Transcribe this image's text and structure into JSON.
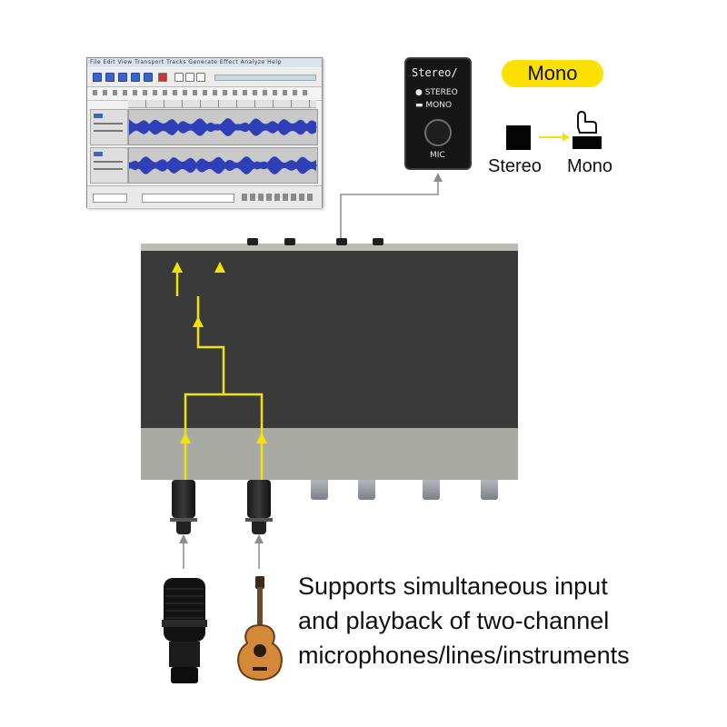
{
  "daw": {
    "menu_text": "File Edit View Transport Tracks Generate Effect Analyze Help"
  },
  "mode_switch": {
    "title": "Stereo/",
    "option_stereo": "STEREO",
    "option_mono": "MONO",
    "knob_label": "MIC"
  },
  "mono_badge": "Mono",
  "legend": {
    "from_label": "Stereo",
    "to_label": "Mono"
  },
  "headline": {
    "line1": "Supports simultaneous input",
    "line2": "and playback of two-channel",
    "line3": "microphones/lines/instruments"
  },
  "colors": {
    "accent_yellow": "#fce100",
    "signal_line": "#f2e300",
    "waveform": "#2f3fb8",
    "device_face": "#3a3a3a",
    "device_panel": "#a9aaa3"
  },
  "icons": {
    "mic": "dynamic-microphone-icon",
    "guitar": "acoustic-guitar-icon",
    "stereo_square": "black-square-icon",
    "mono_hand": "hand-pointer-icon"
  }
}
